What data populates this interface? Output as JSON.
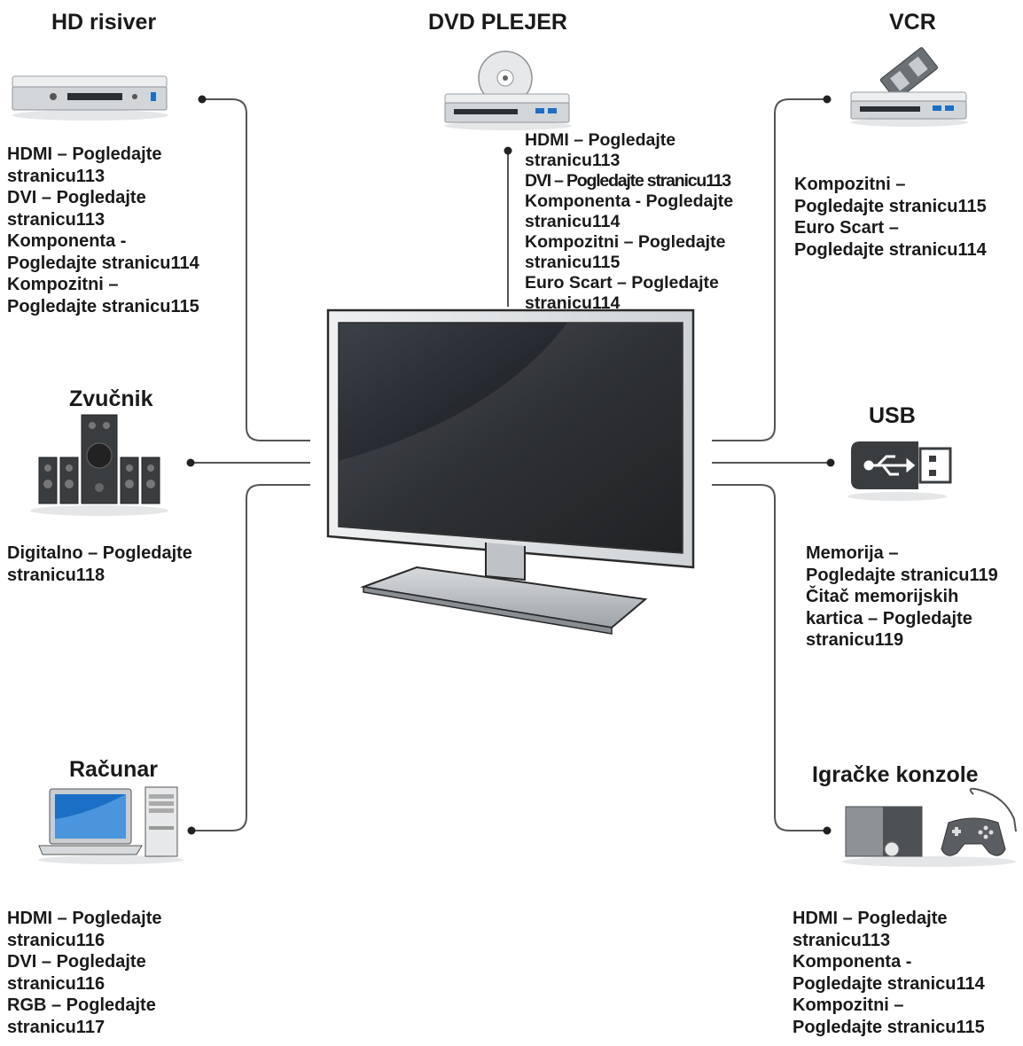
{
  "devices": {
    "hd_receiver": {
      "title": "HD risiver",
      "lines": [
        "HDMI – Pogledajte",
        "stranicu113",
        "DVI – Pogledajte",
        "stranicu113",
        "Komponenta -",
        "Pogledajte stranicu114",
        "Kompozitni –",
        "Pogledajte stranicu115"
      ]
    },
    "dvd_player": {
      "title": "DVD PLEJER",
      "lines": [
        "HDMI – Pogledajte",
        "stranicu113",
        "DVI – Pogledajte stranicu113",
        "Komponenta - Pogledajte",
        "stranicu114",
        "Kompozitni – Pogledajte",
        "stranicu115",
        "Euro Scart – Pogledajte",
        "stranicu114"
      ]
    },
    "vcr": {
      "title": "VCR",
      "lines": [
        "Kompozitni –",
        "Pogledajte stranicu115",
        "Euro Scart –",
        "Pogledajte stranicu114"
      ]
    },
    "speaker": {
      "title": "Zvučnik",
      "lines": [
        "Digitalno – Pogledajte",
        "stranicu118"
      ]
    },
    "usb": {
      "title": "USB",
      "lines": [
        "Memorija –",
        "Pogledajte stranicu119",
        "Čitač memorijskih",
        "kartica – Pogledajte",
        "stranicu119"
      ]
    },
    "computer": {
      "title": "Računar",
      "lines": [
        "HDMI – Pogledajte",
        "stranicu116",
        "DVI – Pogledajte",
        "stranicu116",
        "RGB – Pogledajte",
        "stranicu117"
      ]
    },
    "game_console": {
      "title": "Igračke konzole",
      "lines": [
        "HDMI – Pogledajte",
        "stranicu113",
        "Komponenta -",
        "Pogledajte stranicu114",
        "Kompozitni –",
        "Pogledajte stranicu115"
      ]
    }
  },
  "colors": {
    "line": "#444444",
    "device_silver": "#d9dcdf",
    "accent_blue": "#1b6fc4",
    "screen_dark": "#16191c"
  }
}
